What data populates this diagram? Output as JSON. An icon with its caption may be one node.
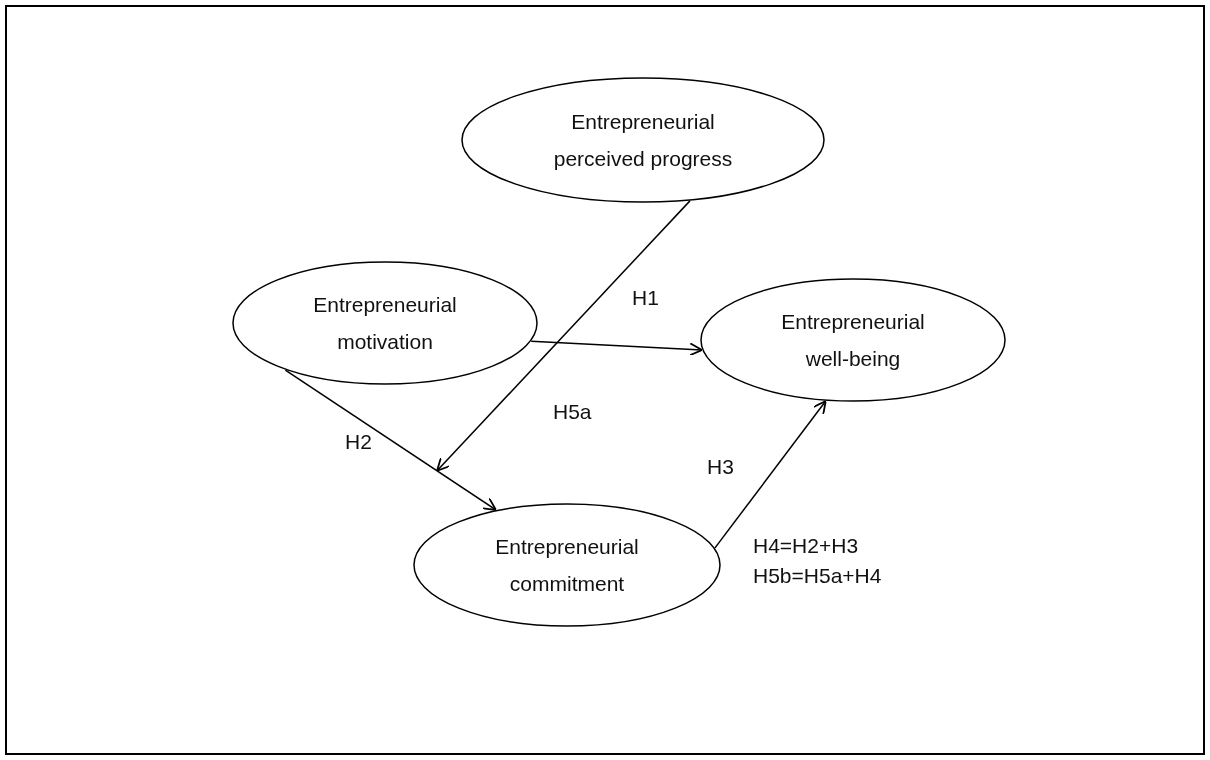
{
  "diagram": {
    "nodes": [
      {
        "text": [
          "Entrepreneurial perceived progress"
        ]
      },
      {
        "text": [
          "Entrepreneurial motivation"
        ]
      },
      {
        "text": [
          "Entrepreneurial well-being"
        ]
      },
      {
        "text": [
          "Entrepreneurial commitment"
        ]
      }
    ],
    "edges": [
      {
        "from": 1,
        "to": 2,
        "arrow": "to",
        "label": "H1"
      },
      {
        "from": 0,
        "to": null,
        "arrow": "to",
        "label": "H5a"
      },
      {
        "from": 1,
        "to": 3,
        "arrow": "to",
        "label": "H2"
      },
      {
        "from": 3,
        "to": 2,
        "arrow": "to",
        "label": "H3"
      }
    ],
    "labels": [
      "H4=H2+H3",
      "H5b=H5a+H4"
    ]
  }
}
